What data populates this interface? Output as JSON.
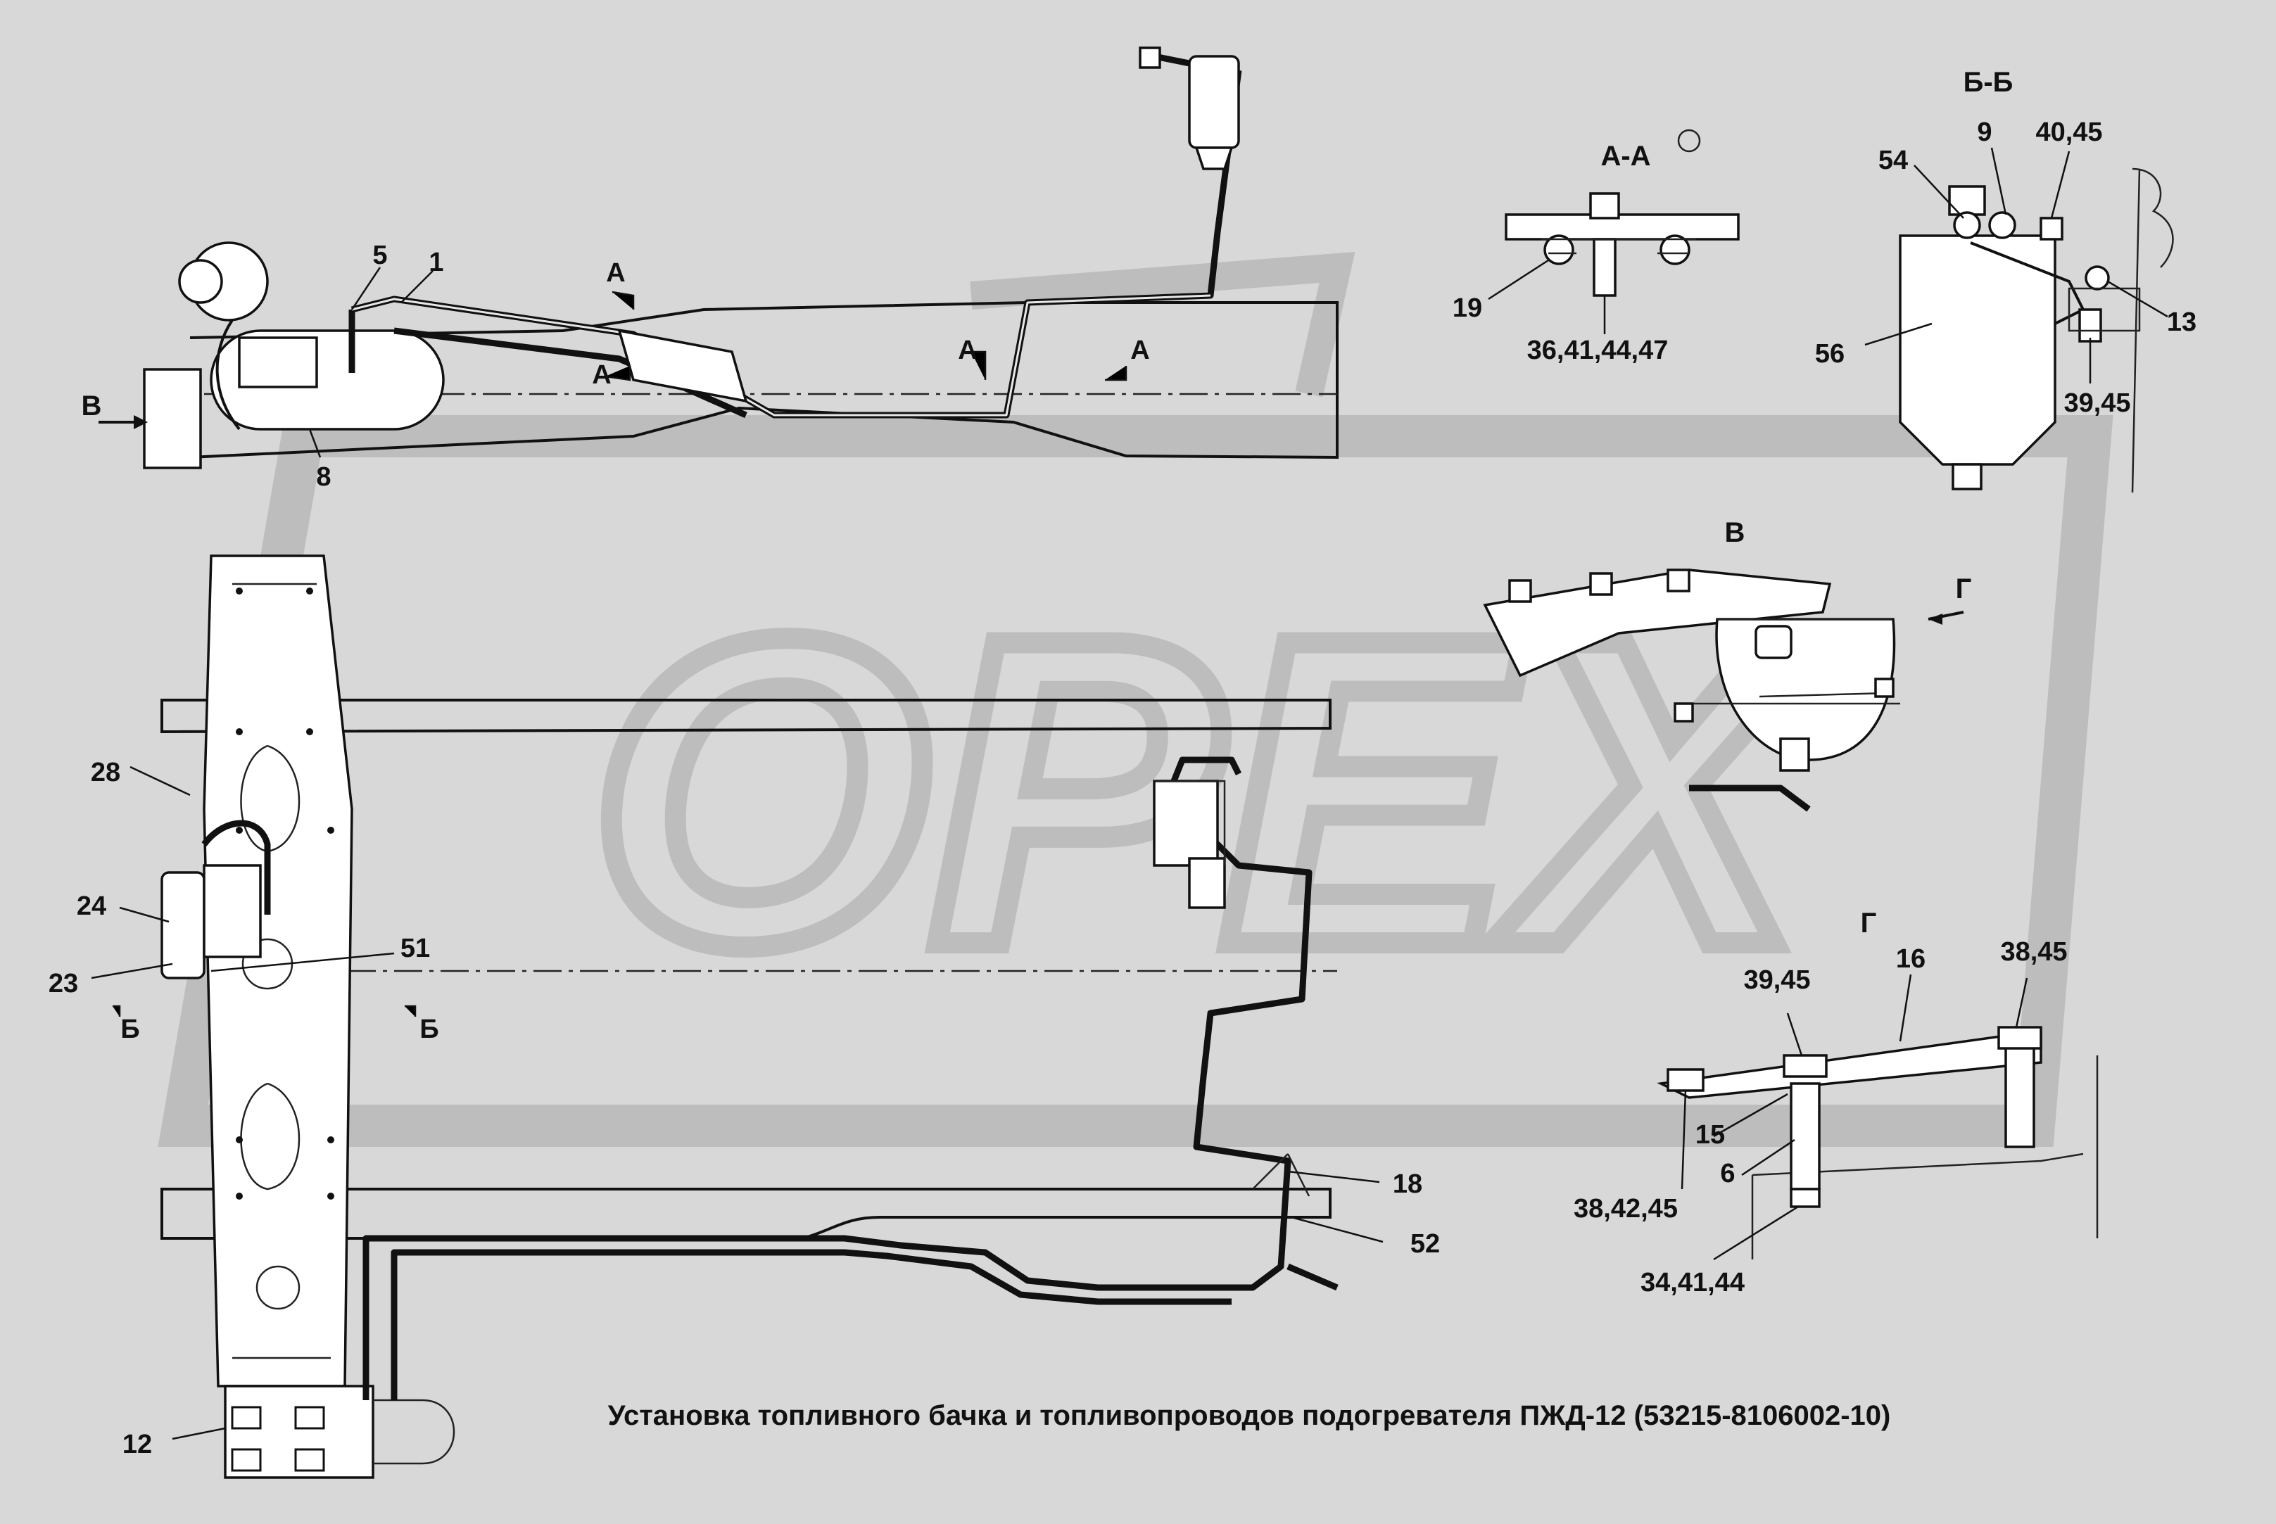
{
  "title": "Установка топливного бачка и топливопроводов подогревателя ПЖД-12 (53215-8106002-10)",
  "watermark": "OPEX",
  "views": {
    "section_aa": "А-А",
    "section_bb": "Б-Б",
    "view_v": "В",
    "view_g": "Г",
    "arrow_v": "В",
    "arrow_g": "Г",
    "cut_a_1": "А",
    "cut_a_2": "А",
    "cut_a_3": "А",
    "cut_a_4": "А",
    "cut_b_1": "Б",
    "cut_b_2": "Б"
  },
  "callouts": {
    "top": [
      "5",
      "1",
      "8"
    ],
    "section_aa": [
      "19",
      "36,41,44,47"
    ],
    "section_bb": [
      "54",
      "9",
      "40,45",
      "13",
      "56",
      "39,45"
    ],
    "plan": [
      "28",
      "24",
      "23",
      "51",
      "18",
      "52",
      "12"
    ],
    "view_g": [
      "39,45",
      "16",
      "38,45",
      "15",
      "6",
      "38,42,45",
      "34,41,44"
    ]
  },
  "colors": {
    "background": "#d8d8d8",
    "ink": "#111111",
    "watermark": "#bdbdbd",
    "part_fill": "#ffffff"
  }
}
